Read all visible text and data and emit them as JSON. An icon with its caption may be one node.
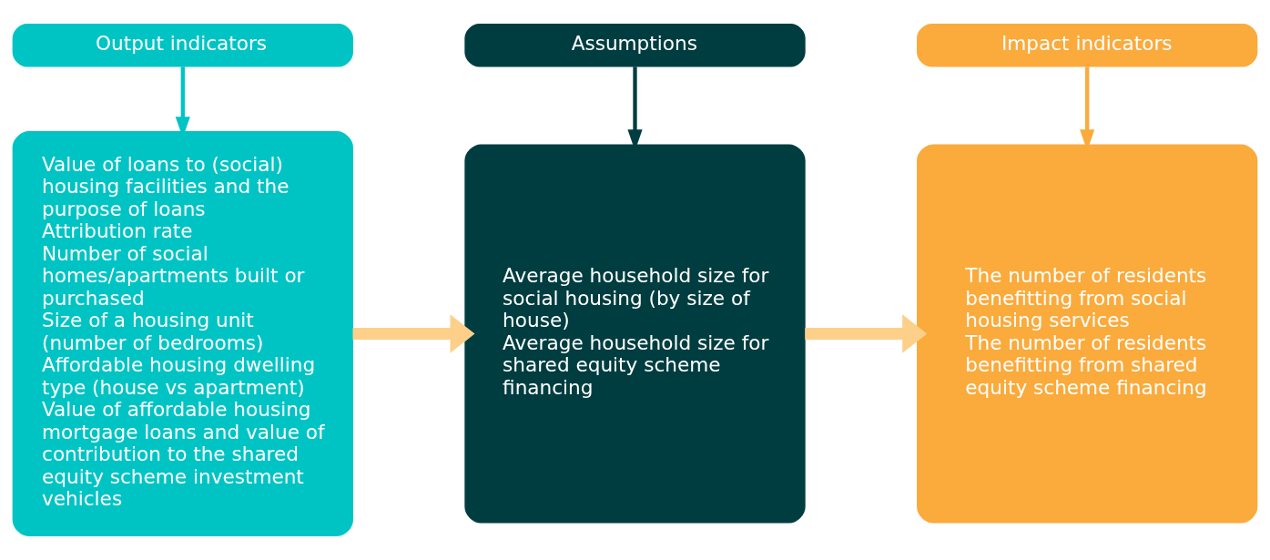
{
  "diagram": {
    "nodes": [
      {
        "text": [
          "Output indicators"
        ]
      },
      {
        "text": [
          "Assumptions"
        ]
      },
      {
        "text": [
          "Impact indicators"
        ]
      },
      {
        "text": [
          "Value of loans to (social) housing facilities and the purpose of loans",
          "Attribution rate",
          "Number of social homes/apartments built or purchased",
          "Size of a housing unit (number of bedrooms)",
          "Affordable housing dwelling type (house vs apartment)",
          "Value of affordable housing mortgage loans and value of contribution to the shared equity scheme investment vehicles"
        ]
      },
      {
        "text": [
          "Average household size for social housing (by size of house)",
          "Average household size for shared equity scheme financing"
        ]
      },
      {
        "text": [
          "The number of residents benefitting from social housing services",
          "The number of residents benefitting from shared equity scheme financing"
        ]
      }
    ],
    "edges": [
      {
        "from": 0,
        "to": 3,
        "arrow": "to",
        "color": "#00c4c4"
      },
      {
        "from": 1,
        "to": 4,
        "arrow": "to",
        "color": "#003d40"
      },
      {
        "from": 2,
        "to": 5,
        "arrow": "to",
        "color": "#fbaa3c"
      },
      {
        "from": 3,
        "to": 4,
        "arrow": "to",
        "style": "thick",
        "color": "#fdd08a"
      },
      {
        "from": 4,
        "to": 5,
        "arrow": "to",
        "style": "thick",
        "color": "#fdd08a"
      }
    ]
  }
}
